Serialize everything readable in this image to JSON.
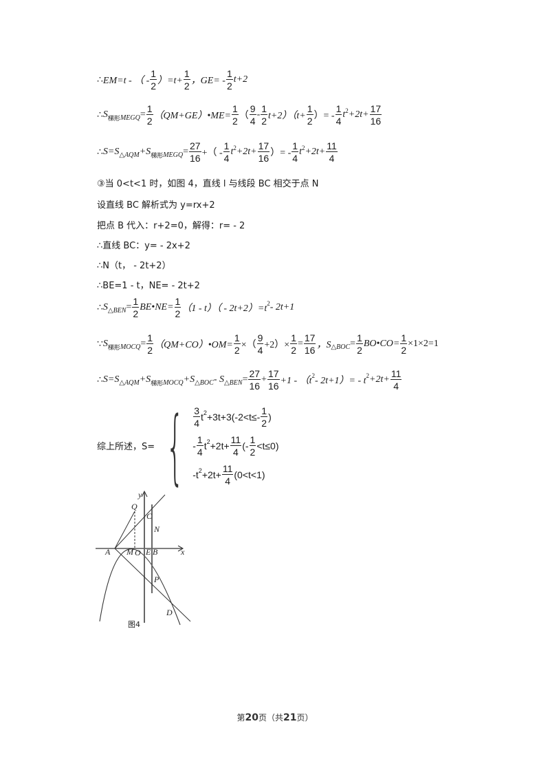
{
  "lines": {
    "l1": {
      "therefore": "∴",
      "a": "EM=t - （ - ",
      "f1n": "1",
      "f1d": "2",
      "b": "）=t+",
      "f2n": "1",
      "f2d": "2",
      "c": "，GE= - ",
      "f3n": "1",
      "f3d": "2",
      "d": "t+2"
    },
    "l2": {
      "therefore": "∴",
      "s": "S",
      "sub_cn": "梯形",
      "sub": "MEGQ",
      "a": "=",
      "f1n": "1",
      "f1d": "2",
      "b": "（QM+GE）•ME=",
      "f2n": "1",
      "f2d": "2",
      "c": "（",
      "f3n": "9",
      "f3d": "4",
      "d": " - ",
      "f4n": "1",
      "f4d": "2",
      "e": "t+2）（t+",
      "f5n": "1",
      "f5d": "2",
      "f": "）= - ",
      "f6n": "1",
      "f6d": "4",
      "g": "t",
      "sup": "2",
      "h": "+2t+",
      "f7n": "17",
      "f7d": "16"
    },
    "l3": {
      "therefore": "∴",
      "a": "S=S",
      "sub1": "△AQM",
      "b": "+S",
      "sub_cn": "梯形",
      "sub2": "MEGQ",
      "c": "=",
      "f1n": "27",
      "f1d": "16",
      "d": "+（ - ",
      "f2n": "1",
      "f2d": "4",
      "e": "t",
      "sup1": "2",
      "f": "+2t+",
      "f3n": "17",
      "f3d": "16",
      "g": "）= - ",
      "f4n": "1",
      "f4d": "4",
      "h": "t",
      "sup2": "2",
      "i": "+2t+",
      "f5n": "11",
      "f5d": "4"
    },
    "l4": "③当 0<t<1 时，如图 4，直线 l 与线段 BC 相交于点 N",
    "l5": "设直线 BC 解析式为 y=rx+2",
    "l6": "把点 B 代入：r+2=0，解得：r= - 2",
    "l7": "∴直线 BC：y= - 2x+2",
    "l8": "∴N（t， - 2t+2）",
    "l9": "∴BE=1 - t，NE= - 2t+2",
    "l10": {
      "therefore": "∴",
      "s": "S",
      "sub": "△BEN",
      "a": "=",
      "f1n": "1",
      "f1d": "2",
      "b": "BE•NE=",
      "f2n": "1",
      "f2d": "2",
      "c": "（1 - t）（ - 2t+2）=t",
      "sup": "2",
      "d": " - 2t+1"
    },
    "l11": {
      "because": "∵",
      "s": "S",
      "sub_cn": "梯形",
      "sub": "MOCQ",
      "a": "=",
      "f1n": "1",
      "f1d": "2",
      "b": "（QM+CO）•OM=",
      "f2n": "1",
      "f2d": "2",
      "c": "×（",
      "f3n": "9",
      "f3d": "4",
      "d": "+2）×",
      "f4n": "1",
      "f4d": "2",
      "e": "=",
      "f5n": "17",
      "f5d": "16",
      "f": "，S",
      "sub2": "△BOC",
      "g": "=",
      "f6n": "1",
      "f6d": "2",
      "h": "BO•CO=",
      "f7n": "1",
      "f7d": "2",
      "i": "×1×2=1"
    },
    "l12": {
      "therefore": "∴",
      "a": "S=S",
      "sub1": "△AQM",
      "b": "+S",
      "sub_cn": "梯形",
      "sub2": "MOCQ",
      "c": "+S",
      "sub3": "△BOC",
      "d": " - S",
      "sub4": "△BEN",
      "e": "=",
      "f1n": "27",
      "f1d": "16",
      "f": "+",
      "f2n": "17",
      "f2d": "16",
      "g": "+1 - （t",
      "sup1": "2",
      "h": " - 2t+1）= - t",
      "sup2": "2",
      "i": "+2t+",
      "f3n": "11",
      "f3d": "4"
    }
  },
  "summary": {
    "label": "综上所述，S=",
    "cases": [
      {
        "f1n": "3",
        "f1d": "4",
        "a": "t",
        "sup": "2",
        "b": "+3t+3(-2<t≤-",
        "f2n": "1",
        "f2d": "2",
        "c": ")"
      },
      {
        "a": "-",
        "f1n": "1",
        "f1d": "4",
        "b": "t",
        "sup": "2",
        "c": "+2t+",
        "f2n": "11",
        "f2d": "4",
        "d": "(-",
        "f3n": "1",
        "f3d": "2",
        "e": "<t≤0)"
      },
      {
        "a": "-t",
        "sup": "2",
        "b": "+2t+",
        "f1n": "11",
        "f1d": "4",
        "c": "(0<t<1)"
      }
    ]
  },
  "figure": {
    "caption": "图4",
    "labels": {
      "y": "y",
      "x": "x",
      "Q": "Q",
      "C": "C",
      "N": "N",
      "A": "A",
      "M": "M",
      "O": "O",
      "E": "E",
      "B": "B",
      "P": "P",
      "D": "D"
    }
  },
  "footer": {
    "pre": "第",
    "page": "20",
    "mid": "页（共",
    "total": "21",
    "post": "页）"
  }
}
